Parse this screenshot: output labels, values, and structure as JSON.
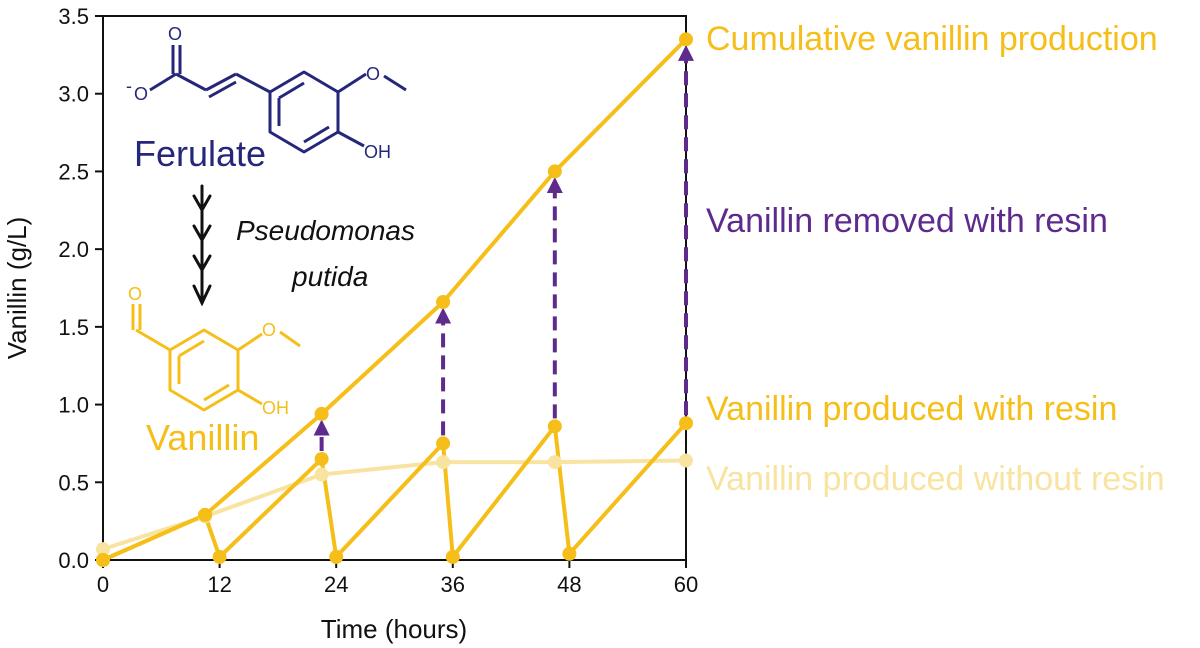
{
  "colors": {
    "gold": "#F5BE19",
    "pale": "#F8E4A0",
    "purple": "#5E2A8C",
    "navy": "#26277A",
    "black": "#111111"
  },
  "chart_data": {
    "type": "line",
    "xlabel": "Time (hours)",
    "ylabel": "Vanillin (g/L)",
    "xlim": [
      0,
      60
    ],
    "ylim": [
      0,
      3.5
    ],
    "xticks": [
      "0",
      "12",
      "24",
      "36",
      "48",
      "60"
    ],
    "yticks": [
      "0.0",
      "0.5",
      "1.0",
      "1.5",
      "2.0",
      "2.5",
      "3.0",
      "3.5"
    ],
    "series": [
      {
        "name": "Cumulative vanillin production",
        "color": "#F5BE19",
        "points": [
          [
            0,
            0.0
          ],
          [
            10.5,
            0.29
          ],
          [
            22.5,
            0.94
          ],
          [
            35,
            1.66
          ],
          [
            46.5,
            2.5
          ],
          [
            60,
            3.35
          ]
        ]
      },
      {
        "name": "Vanillin produced with resin",
        "color": "#F5BE19",
        "points": [
          [
            0,
            0.0
          ],
          [
            10.5,
            0.29
          ],
          [
            12,
            0.02
          ],
          [
            22.5,
            0.65
          ],
          [
            24,
            0.02
          ],
          [
            35,
            0.75
          ],
          [
            36,
            0.02
          ],
          [
            46.5,
            0.86
          ],
          [
            48,
            0.04
          ],
          [
            60,
            0.88
          ]
        ]
      },
      {
        "name": "Vanillin produced without resin",
        "color": "#F8E4A0",
        "points": [
          [
            0,
            0.07
          ],
          [
            10.5,
            0.28
          ],
          [
            22.5,
            0.55
          ],
          [
            35,
            0.63
          ],
          [
            46.5,
            0.63
          ],
          [
            60,
            0.64
          ]
        ]
      }
    ],
    "resin_arrows": {
      "label": "Vanillin removed with resin",
      "color": "#5E2A8C",
      "segments": [
        [
          22.5,
          0.65,
          0.94
        ],
        [
          35,
          0.75,
          1.66
        ],
        [
          46.5,
          0.86,
          2.5
        ],
        [
          60,
          0.88,
          3.35
        ]
      ]
    }
  },
  "inset": {
    "ferulate_label": "Ferulate",
    "organism_line1": "Pseudomonas",
    "organism_line2": "putida",
    "vanillin_label": "Vanillin",
    "oh_label": "OH",
    "carbonyl_o": "O",
    "carboxylate_o": "O",
    "carboxylate_charge": "-"
  }
}
